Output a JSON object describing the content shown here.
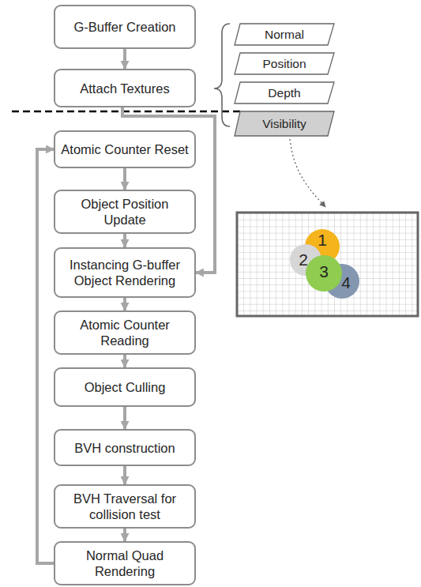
{
  "diagram": {
    "nodes": [
      {
        "text": [
          "G-Buffer Creation"
        ]
      },
      {
        "text": [
          "Attach Textures"
        ]
      },
      {
        "text": [
          "Atomic Counter Reset"
        ]
      },
      {
        "text": [
          "Object Position Update"
        ]
      },
      {
        "text": [
          "Instancing G-buffer Object Rendering"
        ]
      },
      {
        "text": [
          "Atomic Counter Reading"
        ]
      },
      {
        "text": [
          "Object Culling"
        ]
      },
      {
        "text": [
          "BVH construction"
        ]
      },
      {
        "text": [
          "BVH Traversal for collision test"
        ]
      },
      {
        "text": [
          "Normal Quad Rendering"
        ]
      },
      {
        "text": [
          "Normal"
        ]
      },
      {
        "text": [
          "Position"
        ]
      },
      {
        "text": [
          "Depth"
        ]
      },
      {
        "text": [
          "Visibility"
        ]
      },
      {
        "text": [
          "1"
        ]
      },
      {
        "text": [
          "2"
        ]
      },
      {
        "text": [
          "3"
        ]
      },
      {
        "text": [
          "4"
        ]
      }
    ],
    "edges": [
      {
        "from": 0,
        "to": 1,
        "arrow": "to"
      },
      {
        "from": 2,
        "to": 3,
        "arrow": "to"
      },
      {
        "from": 3,
        "to": 4,
        "arrow": "to"
      },
      {
        "from": 4,
        "to": 5,
        "arrow": "to"
      },
      {
        "from": 5,
        "to": 6,
        "arrow": "to"
      },
      {
        "from": 6,
        "to": 7,
        "arrow": "to"
      },
      {
        "from": 7,
        "to": 8,
        "arrow": "to"
      },
      {
        "from": 8,
        "to": 9,
        "arrow": "to"
      },
      {
        "from": 9,
        "to": 2,
        "arrow": "to"
      },
      {
        "from": 1,
        "to": 4,
        "arrow": "to"
      }
    ]
  }
}
